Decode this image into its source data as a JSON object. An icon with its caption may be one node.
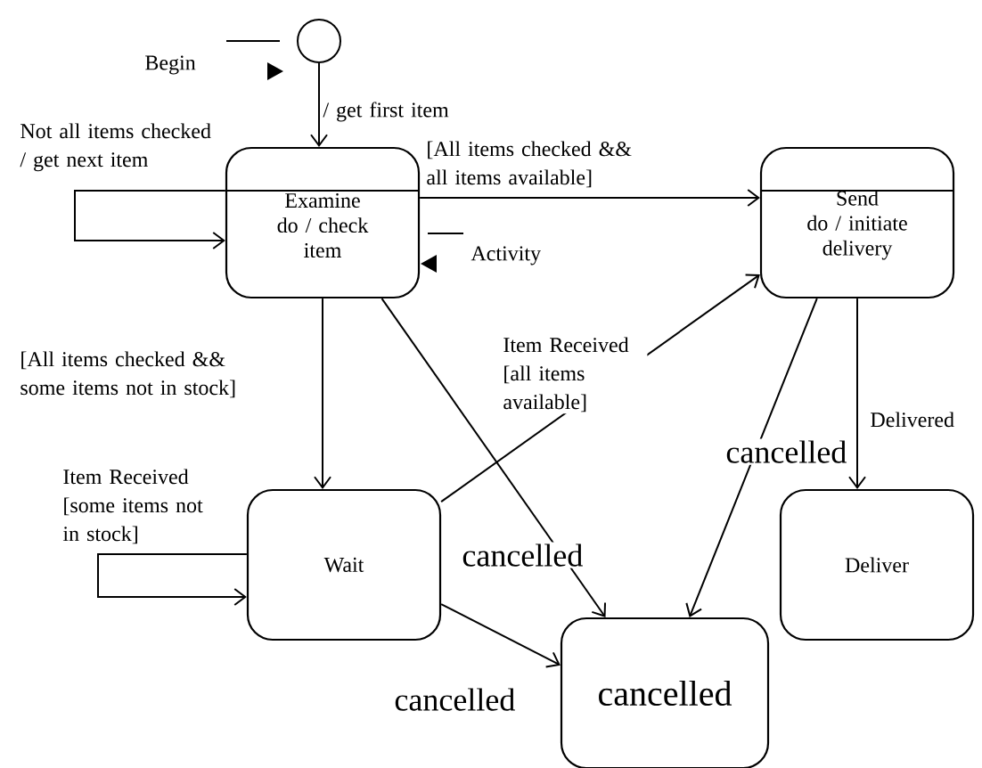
{
  "diagram": {
    "nodes": [
      {
        "text": [],
        "shape": "circle"
      },
      {
        "text": [
          "Examine",
          "do / check item"
        ]
      },
      {
        "text": [
          "Send",
          "do / initiate delivery"
        ]
      },
      {
        "text": [
          "Wait"
        ]
      },
      {
        "text": [
          "Deliver"
        ]
      },
      {
        "text": [
          "cancelled"
        ]
      }
    ],
    "edges": [
      {
        "from": 0,
        "to": 1,
        "arrow": "to",
        "label": "/ get first item"
      },
      {
        "from": 1,
        "to": 1,
        "arrow": "to",
        "label": "Not all items checked / get next item"
      },
      {
        "from": 1,
        "to": 2,
        "arrow": "to",
        "label": "[All items checked && all items available]"
      },
      {
        "from": 1,
        "to": 3,
        "arrow": "to",
        "label": "[All items checked && some items not in stock]"
      },
      {
        "from": 1,
        "to": 5,
        "arrow": "to",
        "label": "cancelled"
      },
      {
        "from": 2,
        "to": 5,
        "arrow": "to",
        "label": "cancelled"
      },
      {
        "from": 2,
        "to": 4,
        "arrow": "to",
        "label": "Delivered"
      },
      {
        "from": 3,
        "to": 2,
        "arrow": "to",
        "label": "Item Received [all items available]"
      },
      {
        "from": 3,
        "to": 3,
        "arrow": "to",
        "label": "Item Received [some items not in stock]"
      },
      {
        "from": 3,
        "to": 5,
        "arrow": "to",
        "label": "cancelled"
      }
    ],
    "labels": [
      "Begin",
      "Activity"
    ]
  }
}
